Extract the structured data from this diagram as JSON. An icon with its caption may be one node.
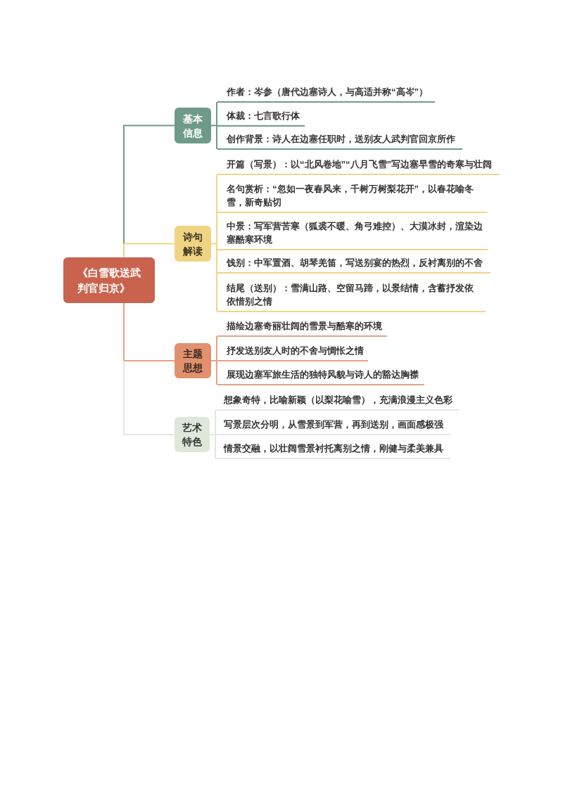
{
  "diagram": {
    "nodes": [
      {
        "text": [
          "《白雪歌送武判官归京》"
        ]
      },
      {
        "text": [
          "基本信息"
        ]
      },
      {
        "text": [
          "作者：岑参（唐代边塞诗人，与高适并称“高岑”）"
        ]
      },
      {
        "text": [
          "体裁：七言歌行体"
        ]
      },
      {
        "text": [
          "创作背景：诗人在边塞任职时，送别友人武判官回京所作"
        ]
      },
      {
        "text": [
          "诗句解读"
        ]
      },
      {
        "text": [
          "开篇（写景）：以“北风卷地”“八月飞雪”写边塞早雪的奇寒与壮阔"
        ]
      },
      {
        "text": [
          "名句赏析：“忽如一夜春风来，千树万树梨花开”，以春花喻冬雪，新奇贴切"
        ]
      },
      {
        "text": [
          "中景：写军营苦寒（狐裘不暖、角弓难控）、大漠冰封，渲染边塞酷寒环境"
        ]
      },
      {
        "text": [
          "饯别：中军置酒、胡琴羌笛，写送别宴的热烈，反衬离别的不舍"
        ]
      },
      {
        "text": [
          "结尾（送别）：雪满山路、空留马蹄，以景结情，含蓄抒发依依惜别之情"
        ]
      },
      {
        "text": [
          "主题思想"
        ]
      },
      {
        "text": [
          "描绘边塞奇丽壮阔的雪景与酷寒的环境"
        ]
      },
      {
        "text": [
          "抒发送别友人时的不舍与惆怅之情"
        ]
      },
      {
        "text": [
          "展现边塞军旅生活的独特风貌与诗人的豁达胸襟"
        ]
      },
      {
        "text": [
          "艺术特色"
        ]
      },
      {
        "text": [
          "想象奇特，比喻新颖（以梨花喻雪），充满浪漫主义色彩"
        ]
      },
      {
        "text": [
          "写景层次分明，从雪景到军营，再到送别，画面感极强"
        ]
      },
      {
        "text": [
          "情景交融，以壮阔雪景衬托离别之情，刚健与柔美兼具"
        ]
      }
    ],
    "edges": [
      {
        "from": 0,
        "to": 1,
        "arrow": "none",
        "color": "#6e9b89"
      },
      {
        "from": 1,
        "to": 2,
        "arrow": "none",
        "color": "#6e9b89"
      },
      {
        "from": 1,
        "to": 3,
        "arrow": "none",
        "color": "#6e9b89"
      },
      {
        "from": 1,
        "to": 4,
        "arrow": "none",
        "color": "#6e9b89"
      },
      {
        "from": 0,
        "to": 5,
        "arrow": "none",
        "color": "#f0d68a"
      },
      {
        "from": 5,
        "to": 6,
        "arrow": "none",
        "color": "#f0d68a"
      },
      {
        "from": 5,
        "to": 7,
        "arrow": "none",
        "color": "#f0d68a"
      },
      {
        "from": 5,
        "to": 8,
        "arrow": "none",
        "color": "#f0d68a"
      },
      {
        "from": 5,
        "to": 9,
        "arrow": "none",
        "color": "#f0d68a"
      },
      {
        "from": 5,
        "to": 10,
        "arrow": "none",
        "color": "#f0d68a"
      },
      {
        "from": 0,
        "to": 11,
        "arrow": "none",
        "color": "#e5a387"
      },
      {
        "from": 11,
        "to": 12,
        "arrow": "none",
        "color": "#e5a387"
      },
      {
        "from": 11,
        "to": 13,
        "arrow": "none",
        "color": "#e5a387"
      },
      {
        "from": 11,
        "to": 14,
        "arrow": "none",
        "color": "#e5a387"
      },
      {
        "from": 0,
        "to": 15,
        "arrow": "none",
        "color": "#e3e8df"
      },
      {
        "from": 15,
        "to": 16,
        "arrow": "none",
        "color": "#e3e8df"
      },
      {
        "from": 15,
        "to": 17,
        "arrow": "none",
        "color": "#e3e8df"
      },
      {
        "from": 15,
        "to": 18,
        "arrow": "none",
        "color": "#e3e8df"
      }
    ]
  }
}
